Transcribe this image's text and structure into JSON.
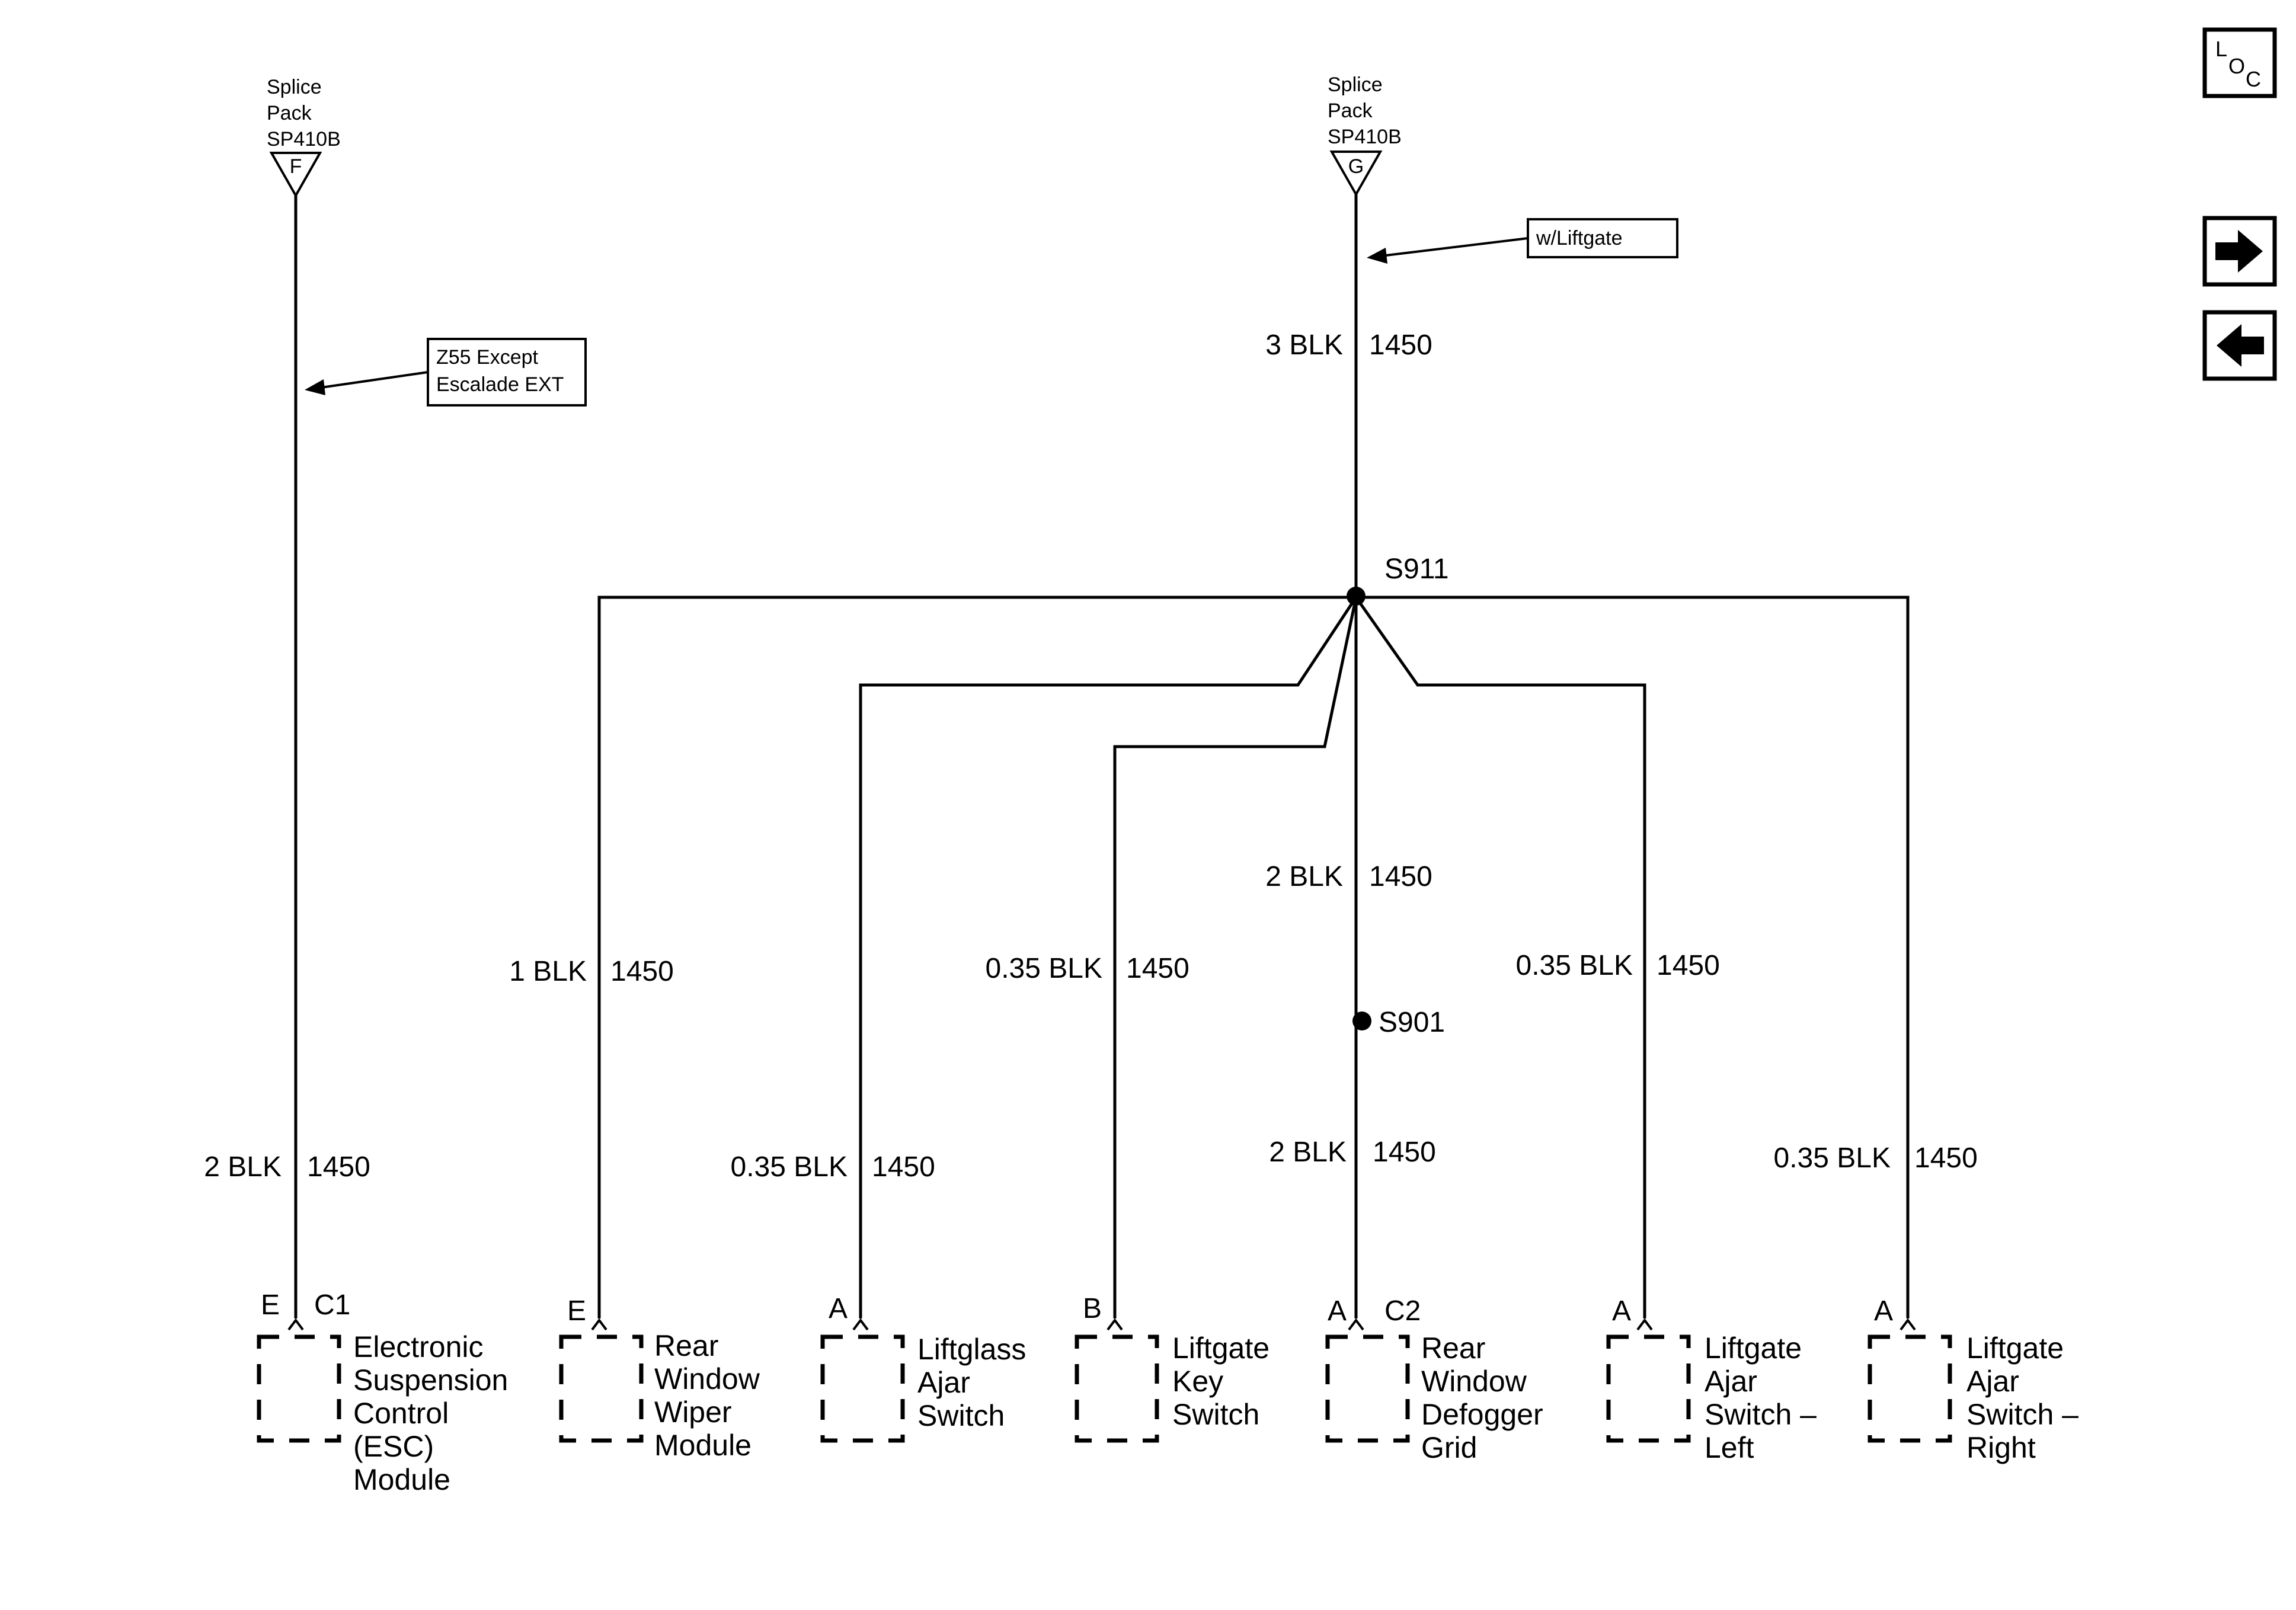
{
  "splices": {
    "f": {
      "line1": "Splice",
      "line2": "Pack",
      "line3": "SP410B",
      "terminal": "F"
    },
    "g": {
      "line1": "Splice",
      "line2": "Pack",
      "line3": "SP410B",
      "terminal": "G"
    }
  },
  "notes": {
    "z55": {
      "line1": "Z55 Except",
      "line2": "Escalade EXT"
    },
    "liftgate": "w/Liftgate"
  },
  "splice_points": {
    "s911": "S911",
    "s901": "S901"
  },
  "wires": {
    "esc": {
      "gauge": "2 BLK",
      "circuit": "1450"
    },
    "main": {
      "gauge": "3 BLK",
      "circuit": "1450"
    },
    "wiper": {
      "gauge": "1 BLK",
      "circuit": "1450"
    },
    "liftglass": {
      "gauge": "0.35 BLK",
      "circuit": "1450"
    },
    "keyswitch": {
      "gauge": "0.35 BLK",
      "circuit": "1450"
    },
    "defog_upper": {
      "gauge": "2 BLK",
      "circuit": "1450"
    },
    "defog_lower": {
      "gauge": "2 BLK",
      "circuit": "1450"
    },
    "ajar_left": {
      "gauge": "0.35 BLK",
      "circuit": "1450"
    },
    "ajar_right": {
      "gauge": "0.35 BLK",
      "circuit": "1450"
    }
  },
  "components": {
    "esc": {
      "pin": "E",
      "connector": "C1",
      "lines": [
        "Electronic",
        "Suspension",
        "Control",
        "(ESC)",
        "Module"
      ]
    },
    "wiper": {
      "pin": "E",
      "connector": "",
      "lines": [
        "Rear",
        "Window",
        "Wiper",
        "Module"
      ]
    },
    "liftglass": {
      "pin": "A",
      "connector": "",
      "lines": [
        "Liftglass",
        "Ajar",
        "Switch"
      ]
    },
    "keyswitch": {
      "pin": "B",
      "connector": "",
      "lines": [
        "Liftgate",
        "Key",
        "Switch"
      ]
    },
    "defogger": {
      "pin": "A",
      "connector": "C2",
      "lines": [
        "Rear",
        "Window",
        "Defogger",
        "Grid"
      ]
    },
    "ajar_left": {
      "pin": "A",
      "connector": "",
      "lines": [
        "Liftgate",
        "Ajar",
        "Switch –",
        "Left"
      ]
    },
    "ajar_right": {
      "pin": "A",
      "connector": "",
      "lines": [
        "Liftgate",
        "Ajar",
        "Switch –",
        "Right"
      ]
    }
  },
  "nav": {
    "loc": {
      "l": "L",
      "o": "O",
      "c": "C",
      "icon": "loc-icon"
    },
    "next": {
      "icon": "arrow-right-icon"
    },
    "prev": {
      "icon": "arrow-left-icon"
    }
  }
}
